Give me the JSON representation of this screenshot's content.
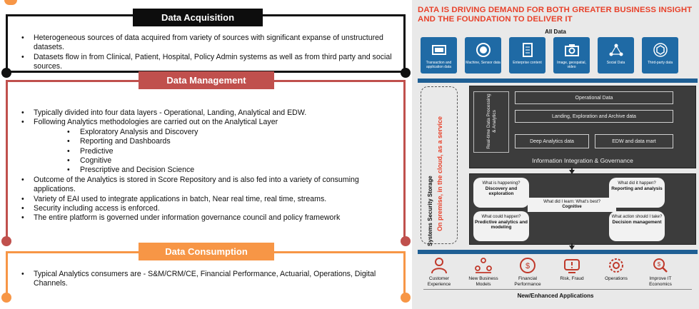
{
  "left": {
    "acquisition": {
      "title": "Data Acquisition",
      "bullets": [
        "Heterogeneous sources of data acquired from variety of sources with significant expanse of unstructured datasets.",
        "Datasets flow in from Clinical, Patient, Hospital, Policy Admin systems as well as from third party and social sources."
      ]
    },
    "management": {
      "title": "Data Management",
      "b1": "Typically divided into four data layers - Operational, Landing, Analytical and EDW.",
      "b2": "Following Analytics methodologies are carried out on the Analytical Layer",
      "subs": [
        "Exploratory Analysis and Discovery",
        "Reporting and Dashboards",
        "Predictive",
        "Cognitive",
        "Prescriptive and Decision Science"
      ],
      "b3": "Outcome of the Analytics is stored in Score Repository and is also fed into a variety of consuming applications.",
      "b4": "Variety of EAI used to integrate applications in batch, Near real time, real time, streams.",
      "b5": "Security including access is enforced.",
      "b6": "The entire platform is governed under information governance council and policy framework"
    },
    "consumption": {
      "title": "Data Consumption",
      "bullets": [
        "Typical Analytics consumers are - S&M/CRM/CE, Financial Performance, Actuarial, Operations, Digital Channels."
      ]
    }
  },
  "right": {
    "title": "DATA IS DRIVING DEMAND FOR BOTH GREATER BUSINESS INSIGHT AND THE FOUNDATION TO DELIVER IT",
    "all_data": "All Data",
    "sources": [
      {
        "label": "Transaction and application data",
        "icon": "database-icon"
      },
      {
        "label": "Machine, Sensor data",
        "icon": "sensor-icon"
      },
      {
        "label": "Enterprise content",
        "icon": "document-icon"
      },
      {
        "label": "Image, geospatial, video",
        "icon": "camera-icon"
      },
      {
        "label": "Social Data",
        "icon": "social-icon"
      },
      {
        "label": "Third-party data",
        "icon": "cube-icon"
      }
    ],
    "storage_label": "Systems Security Storage",
    "cloud_label": "On premise, in the cloud, as a service",
    "realtime_label": "Real-time Data Processing & Analytics",
    "operational": "Operational Data",
    "landing": "Landing, Exploration and Archive data",
    "deep": "Deep Analytics data",
    "edw": "EDW and data mart",
    "integration": "Information Integration & Governance",
    "q1": {
      "q": "What is happening?",
      "a": "Discovery and exploration"
    },
    "q2": {
      "q": "What did it happen?",
      "a": "Reporting and analysis"
    },
    "q3": {
      "q": "What could happen?",
      "a": "Predictive analytics and modeling"
    },
    "q4": {
      "q": "What action should I take?",
      "a": "Decision management"
    },
    "cognitive_q": "What did I learn: What's best?",
    "cognitive": "Cognitive",
    "outputs": [
      {
        "label": "Customer Experience",
        "icon": "person-icon"
      },
      {
        "label": "New Business Models",
        "icon": "people-network-icon"
      },
      {
        "label": "Financial Performance",
        "icon": "dollar-icon"
      },
      {
        "label": "Risk, Fraud",
        "icon": "alert-icon"
      },
      {
        "label": "Operations",
        "icon": "gear-icon"
      },
      {
        "label": "Improve IT Economics",
        "icon": "search-dollar-icon"
      }
    ],
    "new_apps": "New/Enhanced Applications"
  }
}
